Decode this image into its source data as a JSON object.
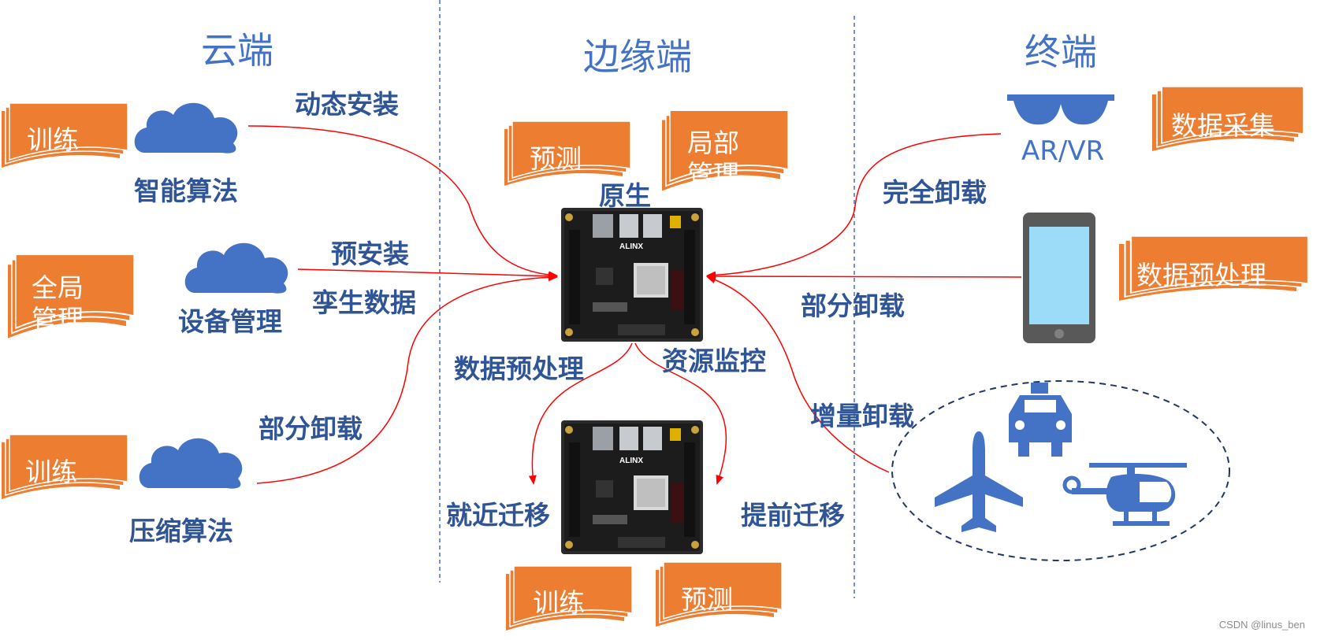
{
  "columns": {
    "cloud": "云端",
    "edge": "边缘端",
    "terminal": "终端"
  },
  "colors": {
    "title_blue": "#4472C4",
    "label_blue": "#2F5597",
    "doc_orange": "#ED7D31",
    "cloud_blue": "#4472C4",
    "arrow_red": "#FF0000",
    "divider_blue": "#4472C4"
  },
  "cloud": {
    "items": [
      {
        "doc": "训练",
        "icon": "cloud-icon",
        "name": "智能算法"
      },
      {
        "doc": "全局\n管理",
        "icon": "cloud-icon",
        "name": "设备管理"
      },
      {
        "doc": "训练",
        "icon": "cloud-icon",
        "name": "压缩算法"
      }
    ]
  },
  "edge": {
    "top_docs": [
      "预测",
      "局部\n管理"
    ],
    "native_label": "原生",
    "board_label": "ALINX",
    "left_task": "数据预处理",
    "right_task": "资源监控",
    "migrate_left": "就近迁移",
    "migrate_right": "提前迁移",
    "bottom_docs": [
      "训练",
      "预测"
    ]
  },
  "links": {
    "dynamic_install": "动态安装",
    "pre_install": "预安装",
    "twin_data": "孪生数据",
    "partial_offload_left": "部分卸载",
    "full_offload": "完全卸载",
    "partial_offload_right": "部分卸载",
    "incremental_offload": "增量卸载"
  },
  "terminal": {
    "ar_vr": "AR/VR",
    "docs": [
      "数据采集",
      "数据预处理"
    ],
    "icons": [
      "glasses-icon",
      "phone-icon",
      "taxi-icon",
      "airplane-icon",
      "helicopter-icon"
    ]
  },
  "watermark": "CSDN @linus_ben"
}
